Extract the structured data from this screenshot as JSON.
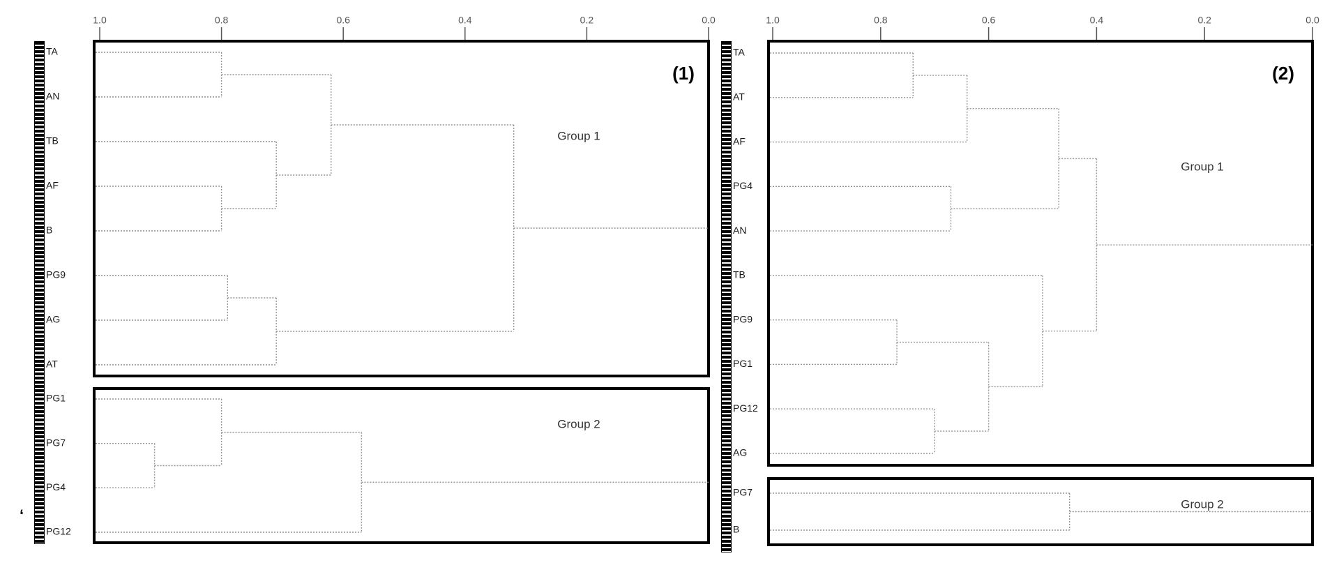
{
  "figure": {
    "background": "#ffffff",
    "stray_mark": "‘"
  },
  "chart_data": [
    {
      "type": "dendrogram",
      "panel_label": "(1)",
      "orientation": "horizontal-right-to-left",
      "similarity_axis": {
        "ticks": [
          "1.0",
          "0.8",
          "0.6",
          "0.4",
          "0.2",
          "0.0"
        ],
        "range": [
          1.0,
          0.0
        ]
      },
      "clusters": [
        {
          "name": "Group 1",
          "leaves": [
            "TA",
            "AN",
            "TB",
            "AF",
            "B",
            "PG9",
            "AG",
            "AT"
          ],
          "linkage": {
            "h": 0.32,
            "children": [
              {
                "h": 0.62,
                "children": [
                  {
                    "h": 0.8,
                    "children": [
                      "TA",
                      "AN"
                    ]
                  },
                  {
                    "h": 0.71,
                    "children": [
                      "TB",
                      {
                        "h": 0.8,
                        "children": [
                          "AF",
                          "B"
                        ]
                      }
                    ]
                  }
                ]
              },
              {
                "h": 0.71,
                "children": [
                  {
                    "h": 0.79,
                    "children": [
                      "PG9",
                      "AG"
                    ]
                  },
                  "AT"
                ]
              }
            ]
          },
          "root_extends_to": 0.0
        },
        {
          "name": "Group 2",
          "leaves": [
            "PG1",
            "PG7",
            "PG4",
            "PG12"
          ],
          "linkage": {
            "h": 0.57,
            "children": [
              {
                "h": 0.8,
                "children": [
                  "PG1",
                  {
                    "h": 0.91,
                    "children": [
                      "PG7",
                      "PG4"
                    ]
                  }
                ]
              },
              "PG12"
            ]
          },
          "root_extends_to": 0.0
        }
      ]
    },
    {
      "type": "dendrogram",
      "panel_label": "(2)",
      "orientation": "horizontal-right-to-left",
      "similarity_axis": {
        "ticks": [
          "1.0",
          "0.8",
          "0.6",
          "0.4",
          "0.2",
          "0.0"
        ],
        "range": [
          1.0,
          0.0
        ]
      },
      "clusters": [
        {
          "name": "Group 1",
          "leaves": [
            "TA",
            "AT",
            "AF",
            "PG4",
            "AN",
            "TB",
            "PG9",
            "PG1",
            "PG12",
            "AG"
          ],
          "linkage": {
            "h": 0.4,
            "children": [
              {
                "h": 0.47,
                "children": [
                  {
                    "h": 0.64,
                    "children": [
                      {
                        "h": 0.74,
                        "children": [
                          "TA",
                          "AT"
                        ]
                      },
                      "AF"
                    ]
                  },
                  {
                    "h": 0.67,
                    "children": [
                      "PG4",
                      "AN"
                    ]
                  }
                ]
              },
              {
                "h": 0.5,
                "children": [
                  "TB",
                  {
                    "h": 0.6,
                    "children": [
                      {
                        "h": 0.77,
                        "children": [
                          "PG9",
                          "PG1"
                        ]
                      },
                      {
                        "h": 0.7,
                        "children": [
                          "PG12",
                          "AG"
                        ]
                      }
                    ]
                  }
                ]
              }
            ]
          },
          "root_extends_to": 0.0
        },
        {
          "name": "Group 2",
          "leaves": [
            "PG7",
            "B"
          ],
          "linkage": {
            "h": 0.45,
            "children": [
              "PG7",
              "B"
            ]
          },
          "root_extends_to": 0.0
        }
      ]
    }
  ]
}
